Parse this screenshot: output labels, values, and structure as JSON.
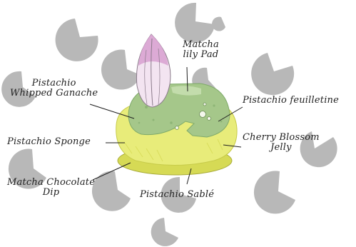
{
  "diagram": {
    "labels": {
      "matcha_lily_pad": [
        "Matcha",
        "lily Pad"
      ],
      "pistachio_whipped_ganache": [
        "Pistachio",
        "Whipped Ganache"
      ],
      "pistachio_feuilletine": "Pistachio feuilletine",
      "pistachio_sponge": "Pistachio Sponge",
      "cherry_blossom_jelly": [
        "Cherry Blossom",
        "Jelly"
      ],
      "matcha_chocolate_dip": [
        "Matcha Chocolate",
        "Dip"
      ],
      "pistachio_sable": "Pistachio Sablé"
    }
  },
  "colors": {
    "blob": "#b8b8b8",
    "yellow": "#e8ec7a",
    "yellow_dark": "#d6da55",
    "green": "#a5c78a",
    "green_dark": "#7faa6a",
    "petal": "#d9a3d1",
    "petal_light": "#f3e4f1",
    "ink": "#1f1f1f"
  }
}
